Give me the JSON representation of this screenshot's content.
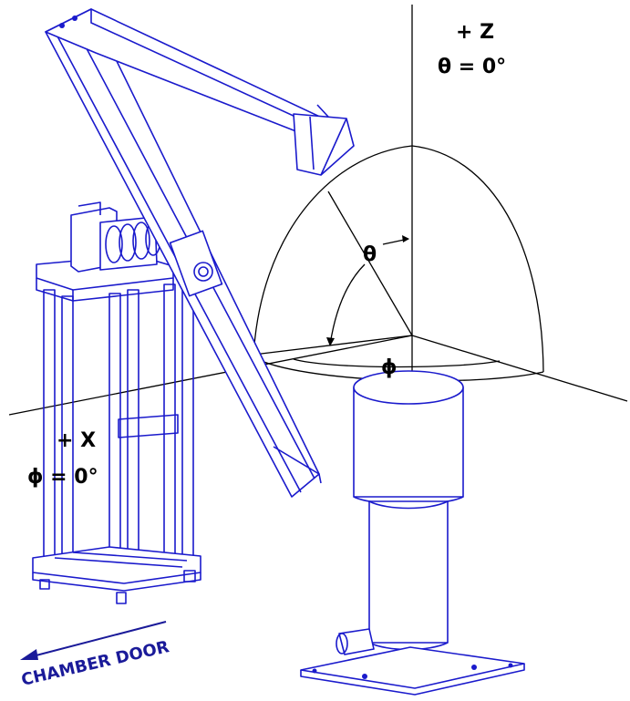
{
  "labels": {
    "z_axis": "+ Z",
    "theta_zero": "θ = 0°",
    "theta": "θ",
    "phi": "ϕ",
    "x_axis": "+ X",
    "phi_zero": "ϕ = 0°",
    "chamber_door": "CHAMBER DOOR"
  },
  "colors": {
    "drawing": "#1a1acc",
    "axes": "#000000"
  }
}
